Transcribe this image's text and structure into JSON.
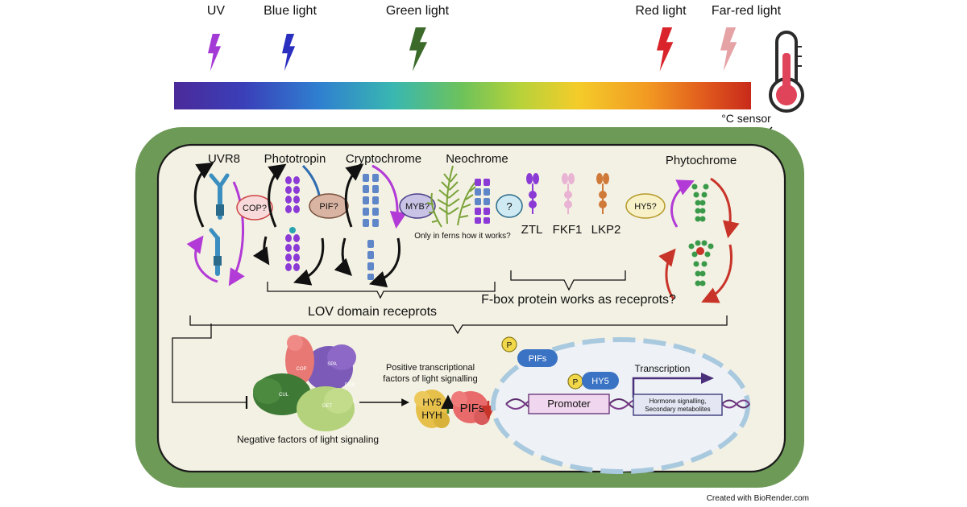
{
  "light_labels": {
    "uv": "UV",
    "blue": "Blue light",
    "green": "Green light",
    "red": "Red light",
    "farred": "Far-red light"
  },
  "bolt_colors": {
    "uv": "#a43ad6",
    "blue": "#2a2fc0",
    "green": "#3b6a2a",
    "red": "#d8242a",
    "farred": "#e6a3a6"
  },
  "temperature": {
    "label": "°C sensor",
    "icon": "thermometer-icon"
  },
  "receptors": {
    "uvr8": "UVR8",
    "phototropin": "Phototropin",
    "cryptochrome": "Cryptochrome",
    "neochrome": "Neochrome",
    "phytochrome": "Phytochrome",
    "ztl": "ZTL",
    "fkf1": "FKF1",
    "lkp2": "LKP2"
  },
  "bubbles": {
    "cop": "COP?",
    "pif": "PIF?",
    "myb": "MYB?",
    "unknown": "?",
    "hy5": "HY5?"
  },
  "notes": {
    "ferns": "Only in ferns how it works?",
    "lov": "LOV domain receprots",
    "fbox": "F-box protein works as receprots?"
  },
  "complex": {
    "cop": "COP",
    "spa": "SPA",
    "cul": "CUL",
    "det": "DET",
    "ddb": "DDB",
    "negative": "Negative factors of light signaling"
  },
  "positive": {
    "line1": "Positive transcriptional",
    "line2": "factors of light signalling",
    "hy5": "HY5",
    "hyh": "HYH",
    "pifs": "PIFs"
  },
  "nucleus": {
    "p": "P",
    "pifs": "PIFs",
    "hy5": "HY5",
    "transcription": "Transcription",
    "promoter": "Promoter",
    "gene_line1": "Hormone signalling,",
    "gene_line2": "Secondary metabolites"
  },
  "credit": "Created with BioRender.com"
}
